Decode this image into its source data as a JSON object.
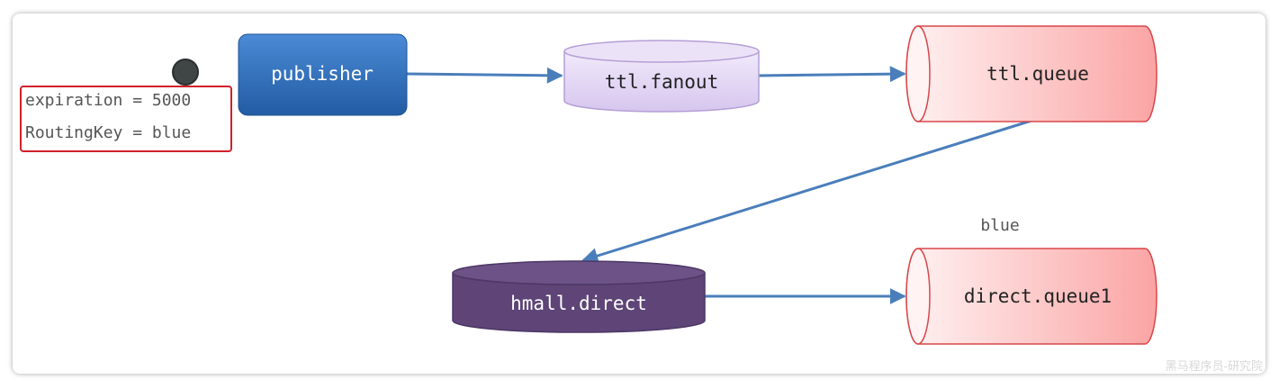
{
  "message": {
    "expiration_line": "expiration = 5000",
    "routing_key_line": "RoutingKey = blue"
  },
  "nodes": {
    "publisher": "publisher",
    "ttl_exchange": "ttl.fanout",
    "ttl_queue": "ttl.queue",
    "direct_exchange": "hmall.direct",
    "direct_queue": "direct.queue1"
  },
  "edges": {
    "binding_key": "blue"
  },
  "watermark": "黑马程序员-研究院",
  "colors": {
    "publisher": "#2f6db5",
    "ttl_exchange": "#e0d4f2",
    "queue": "#fbc4c4",
    "direct_exchange": "#5e4477",
    "arrow": "#4a7ebb",
    "message_border": "#d0202a",
    "message_dot": "#404545"
  }
}
